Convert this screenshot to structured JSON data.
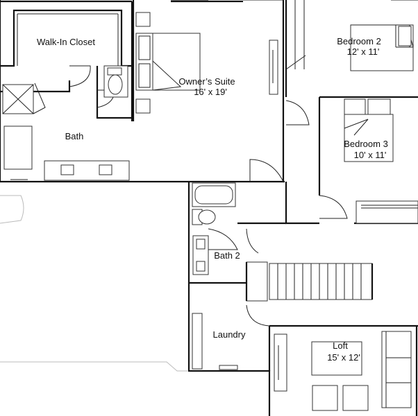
{
  "rooms": {
    "walk_in_closet": {
      "name": "Walk-In Closet"
    },
    "owners_suite": {
      "name": "Owner’s Suite",
      "size": "16' x 19'"
    },
    "bath": {
      "name": "Bath"
    },
    "bedroom2": {
      "name": "Bedroom 2",
      "size": "12' x 11'"
    },
    "bedroom3": {
      "name": "Bedroom 3",
      "size": "10' x 11'"
    },
    "bath2": {
      "name": "Bath 2"
    },
    "laundry": {
      "name": "Laundry"
    },
    "loft": {
      "name": "Loft",
      "size": "15' x 12'"
    }
  }
}
